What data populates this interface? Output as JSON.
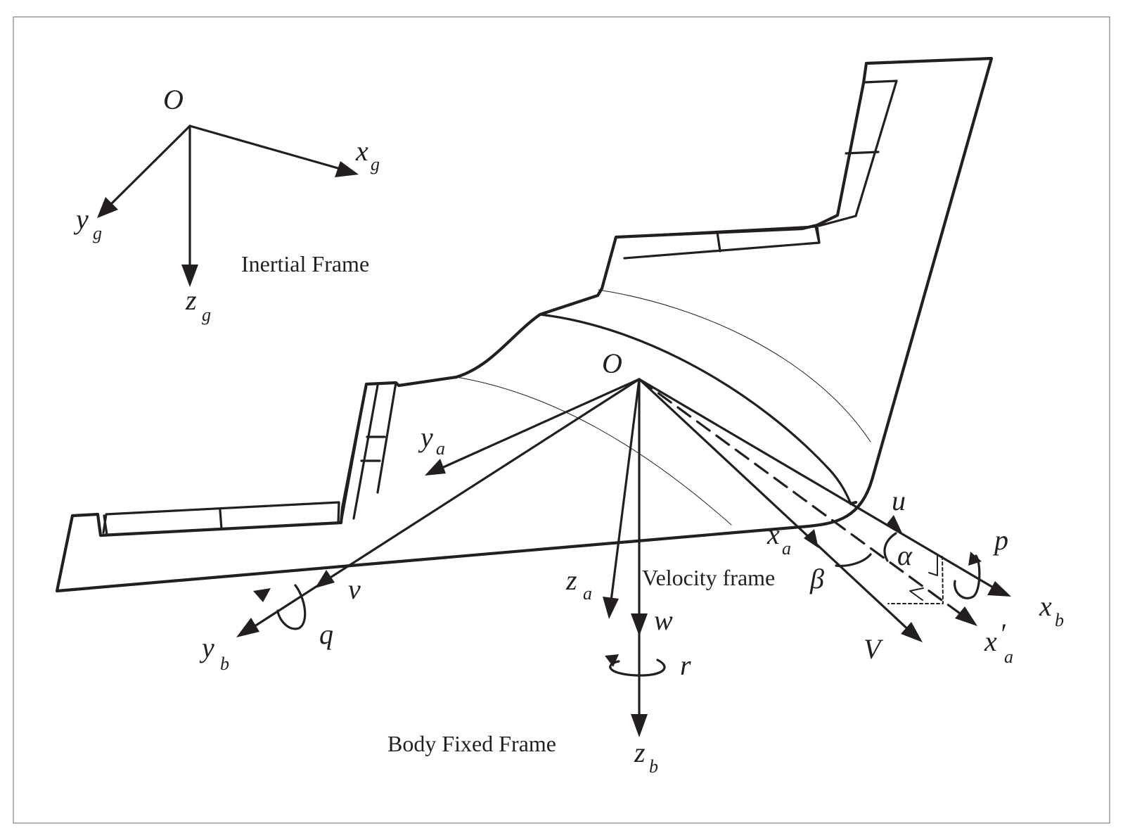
{
  "captions": {
    "inertial": "Inertial Frame",
    "velocity": "Velocity frame",
    "body": "Body Fixed Frame"
  },
  "labels": {
    "origin_inertial": "O",
    "origin_body": "O",
    "x": "x",
    "y": "y",
    "z": "z",
    "sub_g": "g",
    "sub_a": "a",
    "sub_b": "b",
    "u": "u",
    "v": "v",
    "w": "w",
    "p": "p",
    "q": "q",
    "r": "r",
    "V": "V",
    "alpha": "α",
    "beta": "β",
    "prime": "′"
  },
  "colors": {
    "ink": "#231f20",
    "border": "#808080",
    "background": "#ffffff"
  }
}
